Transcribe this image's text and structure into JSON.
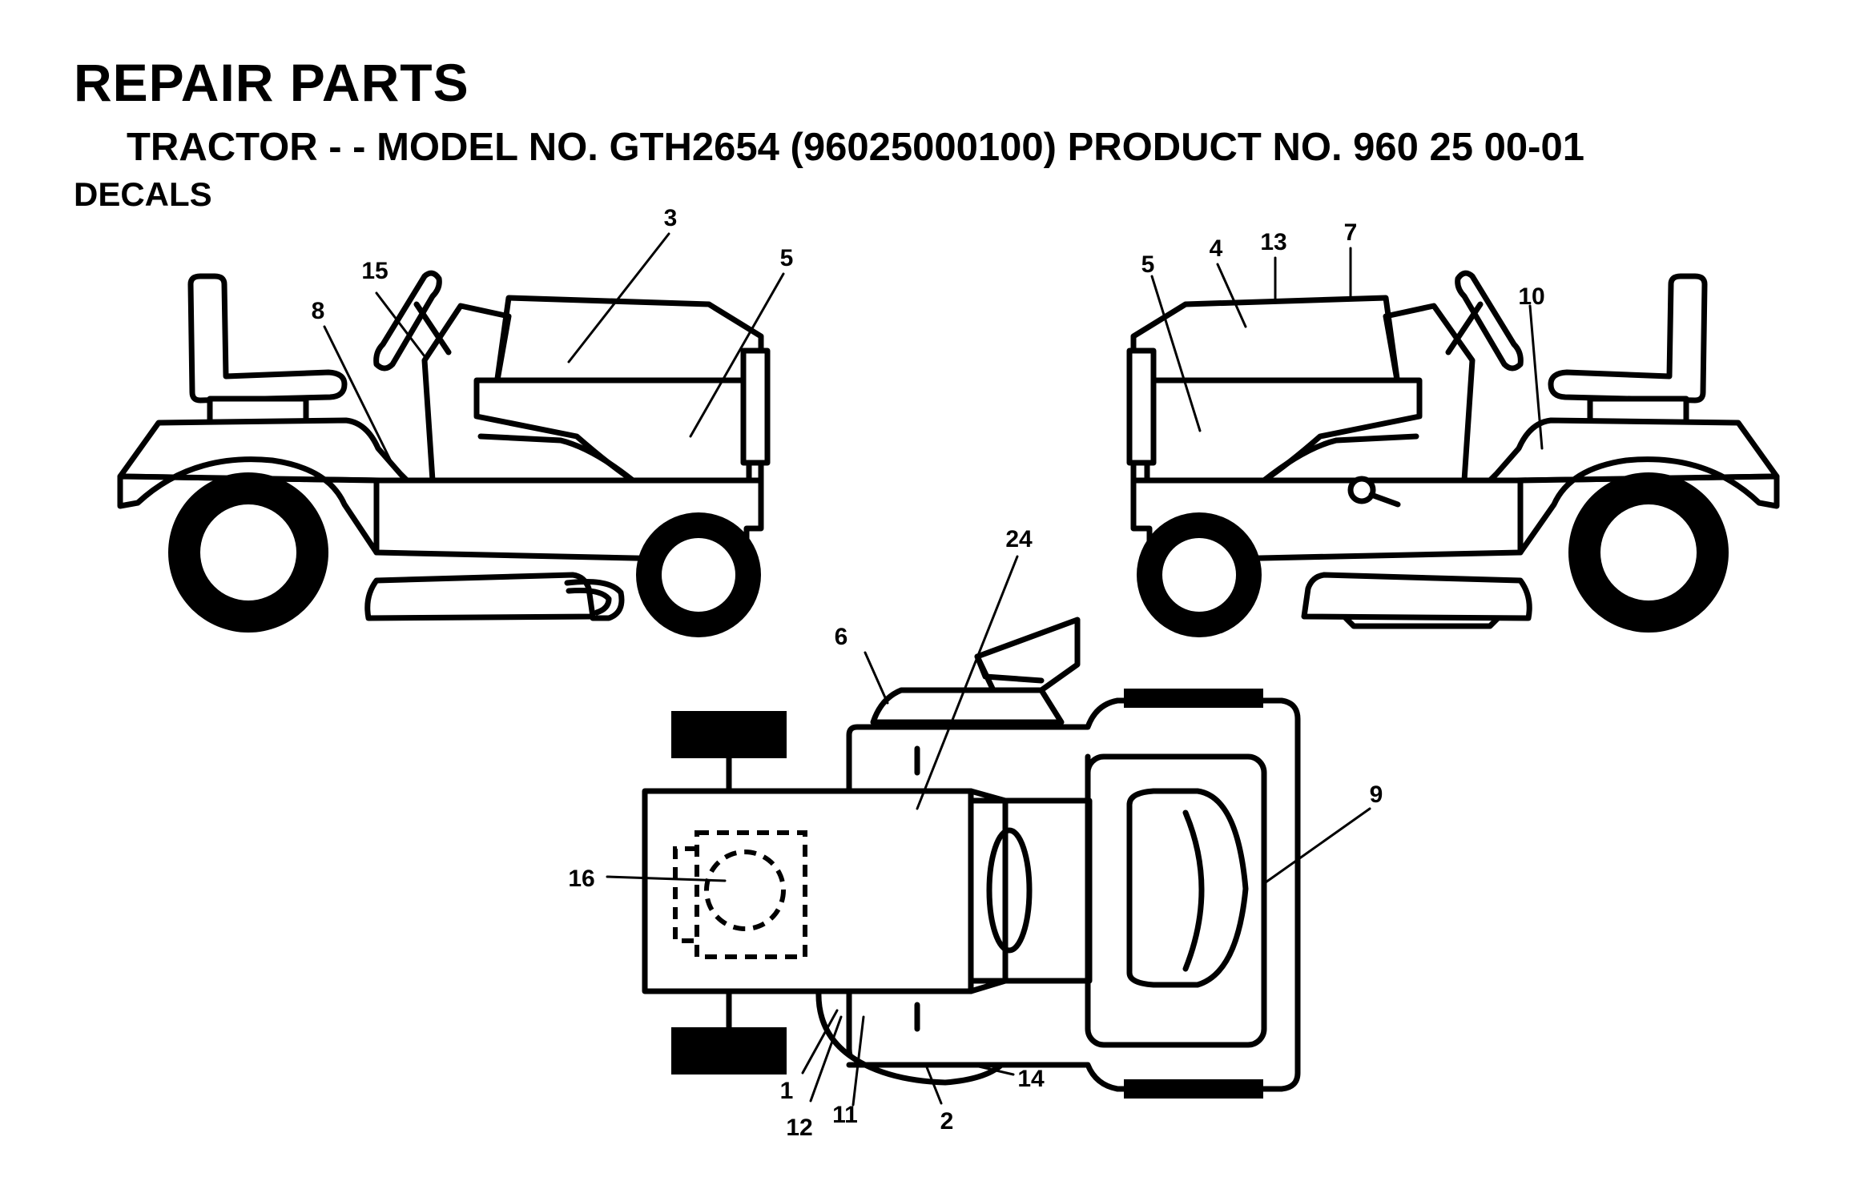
{
  "header": {
    "title": "REPAIR PARTS",
    "subtitle": "TRACTOR - - MODEL NO. GTH2654 (96025000100) PRODUCT NO. 960 25 00-01",
    "section": "DECALS"
  },
  "callouts": {
    "c1": "1",
    "c2": "2",
    "c3": "3",
    "c4": "4",
    "c5a": "5",
    "c5b": "5",
    "c6": "6",
    "c7": "7",
    "c8": "8",
    "c9": "9",
    "c10": "10",
    "c11": "11",
    "c12": "12",
    "c13": "13",
    "c14": "14",
    "c15": "15",
    "c16": "16",
    "c24": "24"
  }
}
